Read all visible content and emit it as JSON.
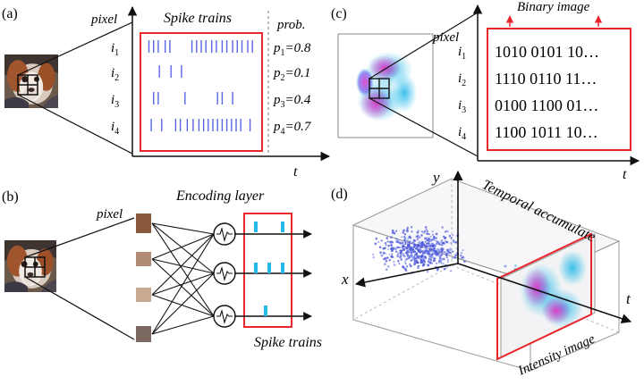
{
  "panel_a": {
    "tag": "(a)",
    "pixel_label": "pixel",
    "title": "Spike trains",
    "prob_header": "prob.",
    "rows": [
      {
        "pixel": "i",
        "sub": "1",
        "prob": "p",
        "prob_sub": "1",
        "prob_value": "=0.8",
        "spikes": [
          0.05,
          0.09,
          0.13,
          0.19,
          0.23,
          0.42,
          0.46,
          0.5,
          0.54,
          0.59,
          0.63,
          0.68,
          0.72,
          0.77,
          0.81,
          0.85,
          0.9,
          0.94
        ]
      },
      {
        "pixel": "i",
        "sub": "2",
        "prob": "p",
        "prob_sub": "2",
        "prob_value": "=0.1",
        "spikes": [
          0.14,
          0.24,
          0.33
        ]
      },
      {
        "pixel": "i",
        "sub": "3",
        "prob": "p",
        "prob_sub": "3",
        "prob_value": "=0.4",
        "spikes": [
          0.09,
          0.13,
          0.36,
          0.64,
          0.68,
          0.77
        ]
      },
      {
        "pixel": "i",
        "sub": "4",
        "prob": "p",
        "prob_sub": "4",
        "prob_value": "=0.7",
        "spikes": [
          0.07,
          0.16,
          0.28,
          0.32,
          0.38,
          0.43,
          0.48,
          0.52,
          0.56,
          0.6,
          0.64,
          0.68,
          0.72,
          0.76,
          0.8,
          0.84,
          0.92
        ]
      }
    ],
    "t_label": "t"
  },
  "panel_b": {
    "tag": "(b)",
    "pixel_label": "pixel",
    "layer_label": "Encoding layer",
    "spike_label": "Spike trains"
  },
  "panel_c": {
    "tag": "(c)",
    "pixel_label": "pixel",
    "title": "Binary image",
    "rows": [
      {
        "pixel": "i",
        "sub": "1",
        "bits": "1010 0101 10…"
      },
      {
        "pixel": "i",
        "sub": "2",
        "bits": "1110 0110 11…"
      },
      {
        "pixel": "i",
        "sub": "3",
        "bits": "0100 1100 01…"
      },
      {
        "pixel": "i",
        "sub": "4",
        "bits": "1100 1011 10…"
      }
    ],
    "t_label": "t"
  },
  "panel_d": {
    "tag": "(d)",
    "y_label": "y",
    "x_label": "x",
    "t_label": "t",
    "accumulate_label": "Temporal accumulate",
    "intensity_label": "Intensity image"
  },
  "colors": {
    "red": "#e8262b",
    "spike_blue": "#5a66e8",
    "cyan": "#25b9e8",
    "magenta": "#e03ac8"
  }
}
